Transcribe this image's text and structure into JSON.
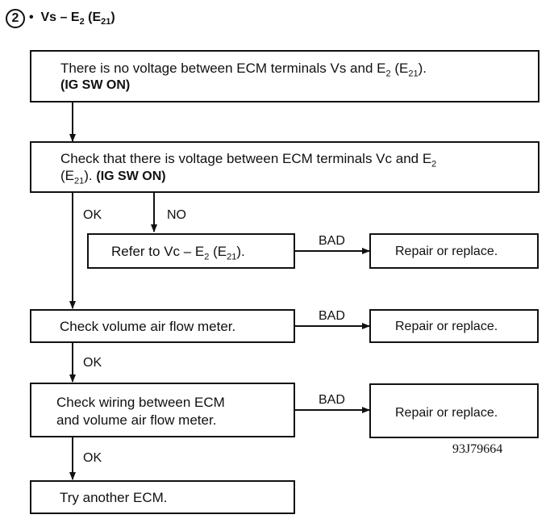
{
  "header": {
    "step_number": "2",
    "bullet": "•",
    "signal": "Vs",
    "dash": "–",
    "ground": "E",
    "ground_sub": "2",
    "paren_open": "(E",
    "paren_sub": "21",
    "paren_close": ")"
  },
  "box1": {
    "line1_prefix": "There is no voltage between ECM terminals Vs and E",
    "sub1": "2",
    "mid": " (E",
    "sub2": "21",
    "end": ").",
    "condition": "(IG SW ON)"
  },
  "box2": {
    "line1_prefix": "Check that there is voltage between ECM terminals Vc and E",
    "sub1": "2",
    "line2_prefix": "(E",
    "sub2": "21",
    "line2_end": ").",
    "condition": "(IG SW ON)"
  },
  "box_refer": {
    "prefix": "Refer to Vc – E",
    "sub1": "2",
    "mid": " (E",
    "sub2": "21",
    "end": ")."
  },
  "box_check_meter": {
    "text": "Check volume air flow meter."
  },
  "box_check_wiring": {
    "line1": "Check wiring between ECM",
    "line2": "and volume air flow meter."
  },
  "box_try": {
    "text": "Try another ECM."
  },
  "repair_text_1": "Repair or replace.",
  "repair_text_2": "Repair or replace.",
  "repair_text_3": "Repair or replace.",
  "labels": {
    "ok": "OK",
    "no": "NO",
    "bad": "BAD"
  },
  "figure_code": "93J79664"
}
